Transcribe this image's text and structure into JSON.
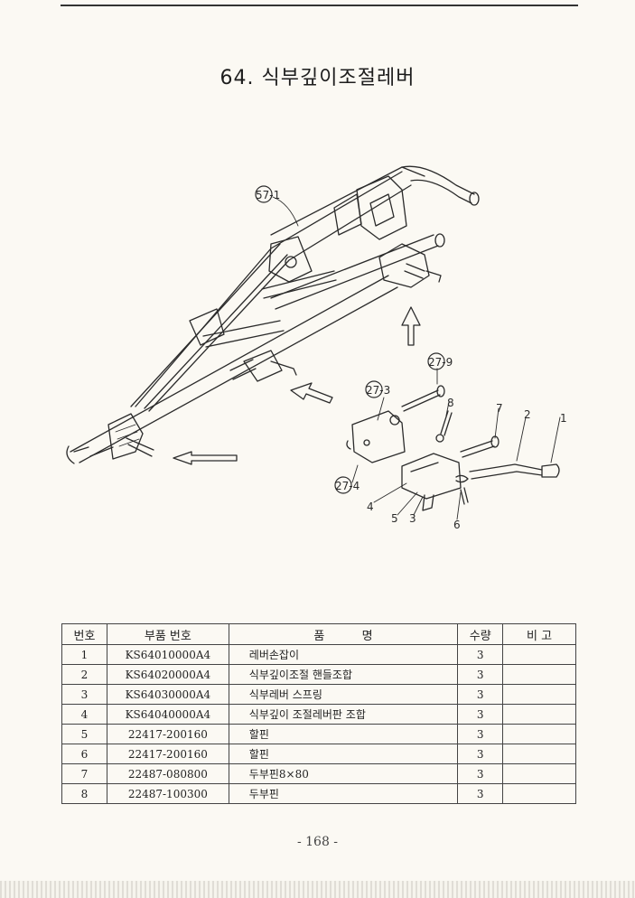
{
  "title": "64. 식부깊이조절레버",
  "callouts": {
    "c57_1": "57-1",
    "c27_9": "27-9",
    "c27_3": "27-3",
    "c27_4": "27-4",
    "n1": "1",
    "n2": "2",
    "n3": "3",
    "n4": "4",
    "n5": "5",
    "n6": "6",
    "n7": "7",
    "n8": "8"
  },
  "table": {
    "headers": {
      "no": "번호",
      "part_no": "부품 번호",
      "name": "품          명",
      "qty": "수량",
      "remark": "비 고"
    },
    "rows": [
      {
        "no": "1",
        "part_no": "KS64010000A4",
        "name": "레버손잡이",
        "qty": "3",
        "remark": ""
      },
      {
        "no": "2",
        "part_no": "KS64020000A4",
        "name": "식부깊이조절 핸들조합",
        "qty": "3",
        "remark": ""
      },
      {
        "no": "3",
        "part_no": "KS64030000A4",
        "name": "식부레버 스프링",
        "qty": "3",
        "remark": ""
      },
      {
        "no": "4",
        "part_no": "KS64040000A4",
        "name": "식부깊이 조절레버판 조합",
        "qty": "3",
        "remark": ""
      },
      {
        "no": "5",
        "part_no": "22417-200160",
        "name": "할핀",
        "qty": "3",
        "remark": ""
      },
      {
        "no": "6",
        "part_no": "22417-200160",
        "name": "할핀",
        "qty": "3",
        "remark": ""
      },
      {
        "no": "7",
        "part_no": "22487-080800",
        "name": "두부핀8×80",
        "qty": "3",
        "remark": ""
      },
      {
        "no": "8",
        "part_no": "22487-100300",
        "name": "두부핀",
        "qty": "3",
        "remark": ""
      }
    ]
  },
  "page_number": "- 168 -"
}
